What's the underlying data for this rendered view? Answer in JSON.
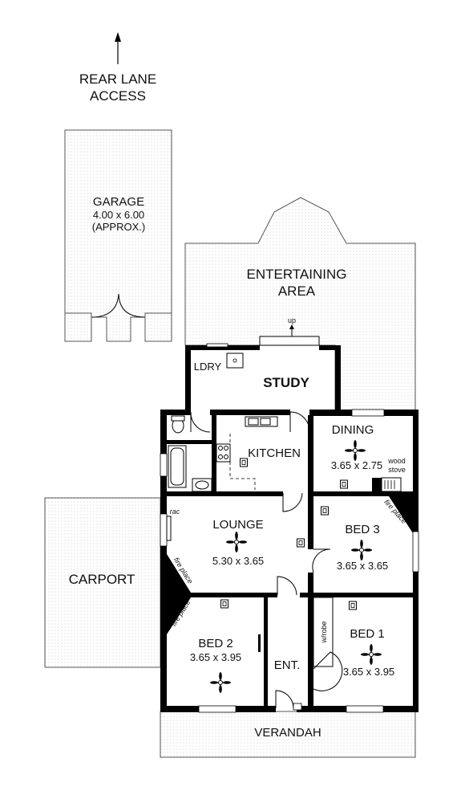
{
  "access": {
    "line1": "REAR LANE",
    "line2": "ACCESS"
  },
  "garage": {
    "name": "GARAGE",
    "size": "4.00 x 6.00",
    "note": "(APPROX.)"
  },
  "entertaining": {
    "line1": "ENTERTAINING",
    "line2": "AREA",
    "step": "up"
  },
  "rooms": {
    "ldry": "LDRY",
    "study": "STUDY",
    "kitchen": "KITCHEN",
    "dining": {
      "name": "DINING",
      "size": "3.65 x 2.75"
    },
    "wood_stove": {
      "line1": "wood",
      "line2": "stove"
    },
    "lounge": {
      "name": "LOUNGE",
      "size": "5.30 x 3.65"
    },
    "rac": "rac",
    "bed3": {
      "name": "BED 3",
      "size": "3.65 x 3.65"
    },
    "bed2": {
      "name": "BED 2",
      "size": "3.65 x 3.95"
    },
    "bed1": {
      "name": "BED 1",
      "size": "3.65 x 3.95"
    },
    "ent": "ENT.",
    "wrobe": "w/robe",
    "fireplace": "fire place"
  },
  "carport": "CARPORT",
  "verandah": "VERANDAH"
}
